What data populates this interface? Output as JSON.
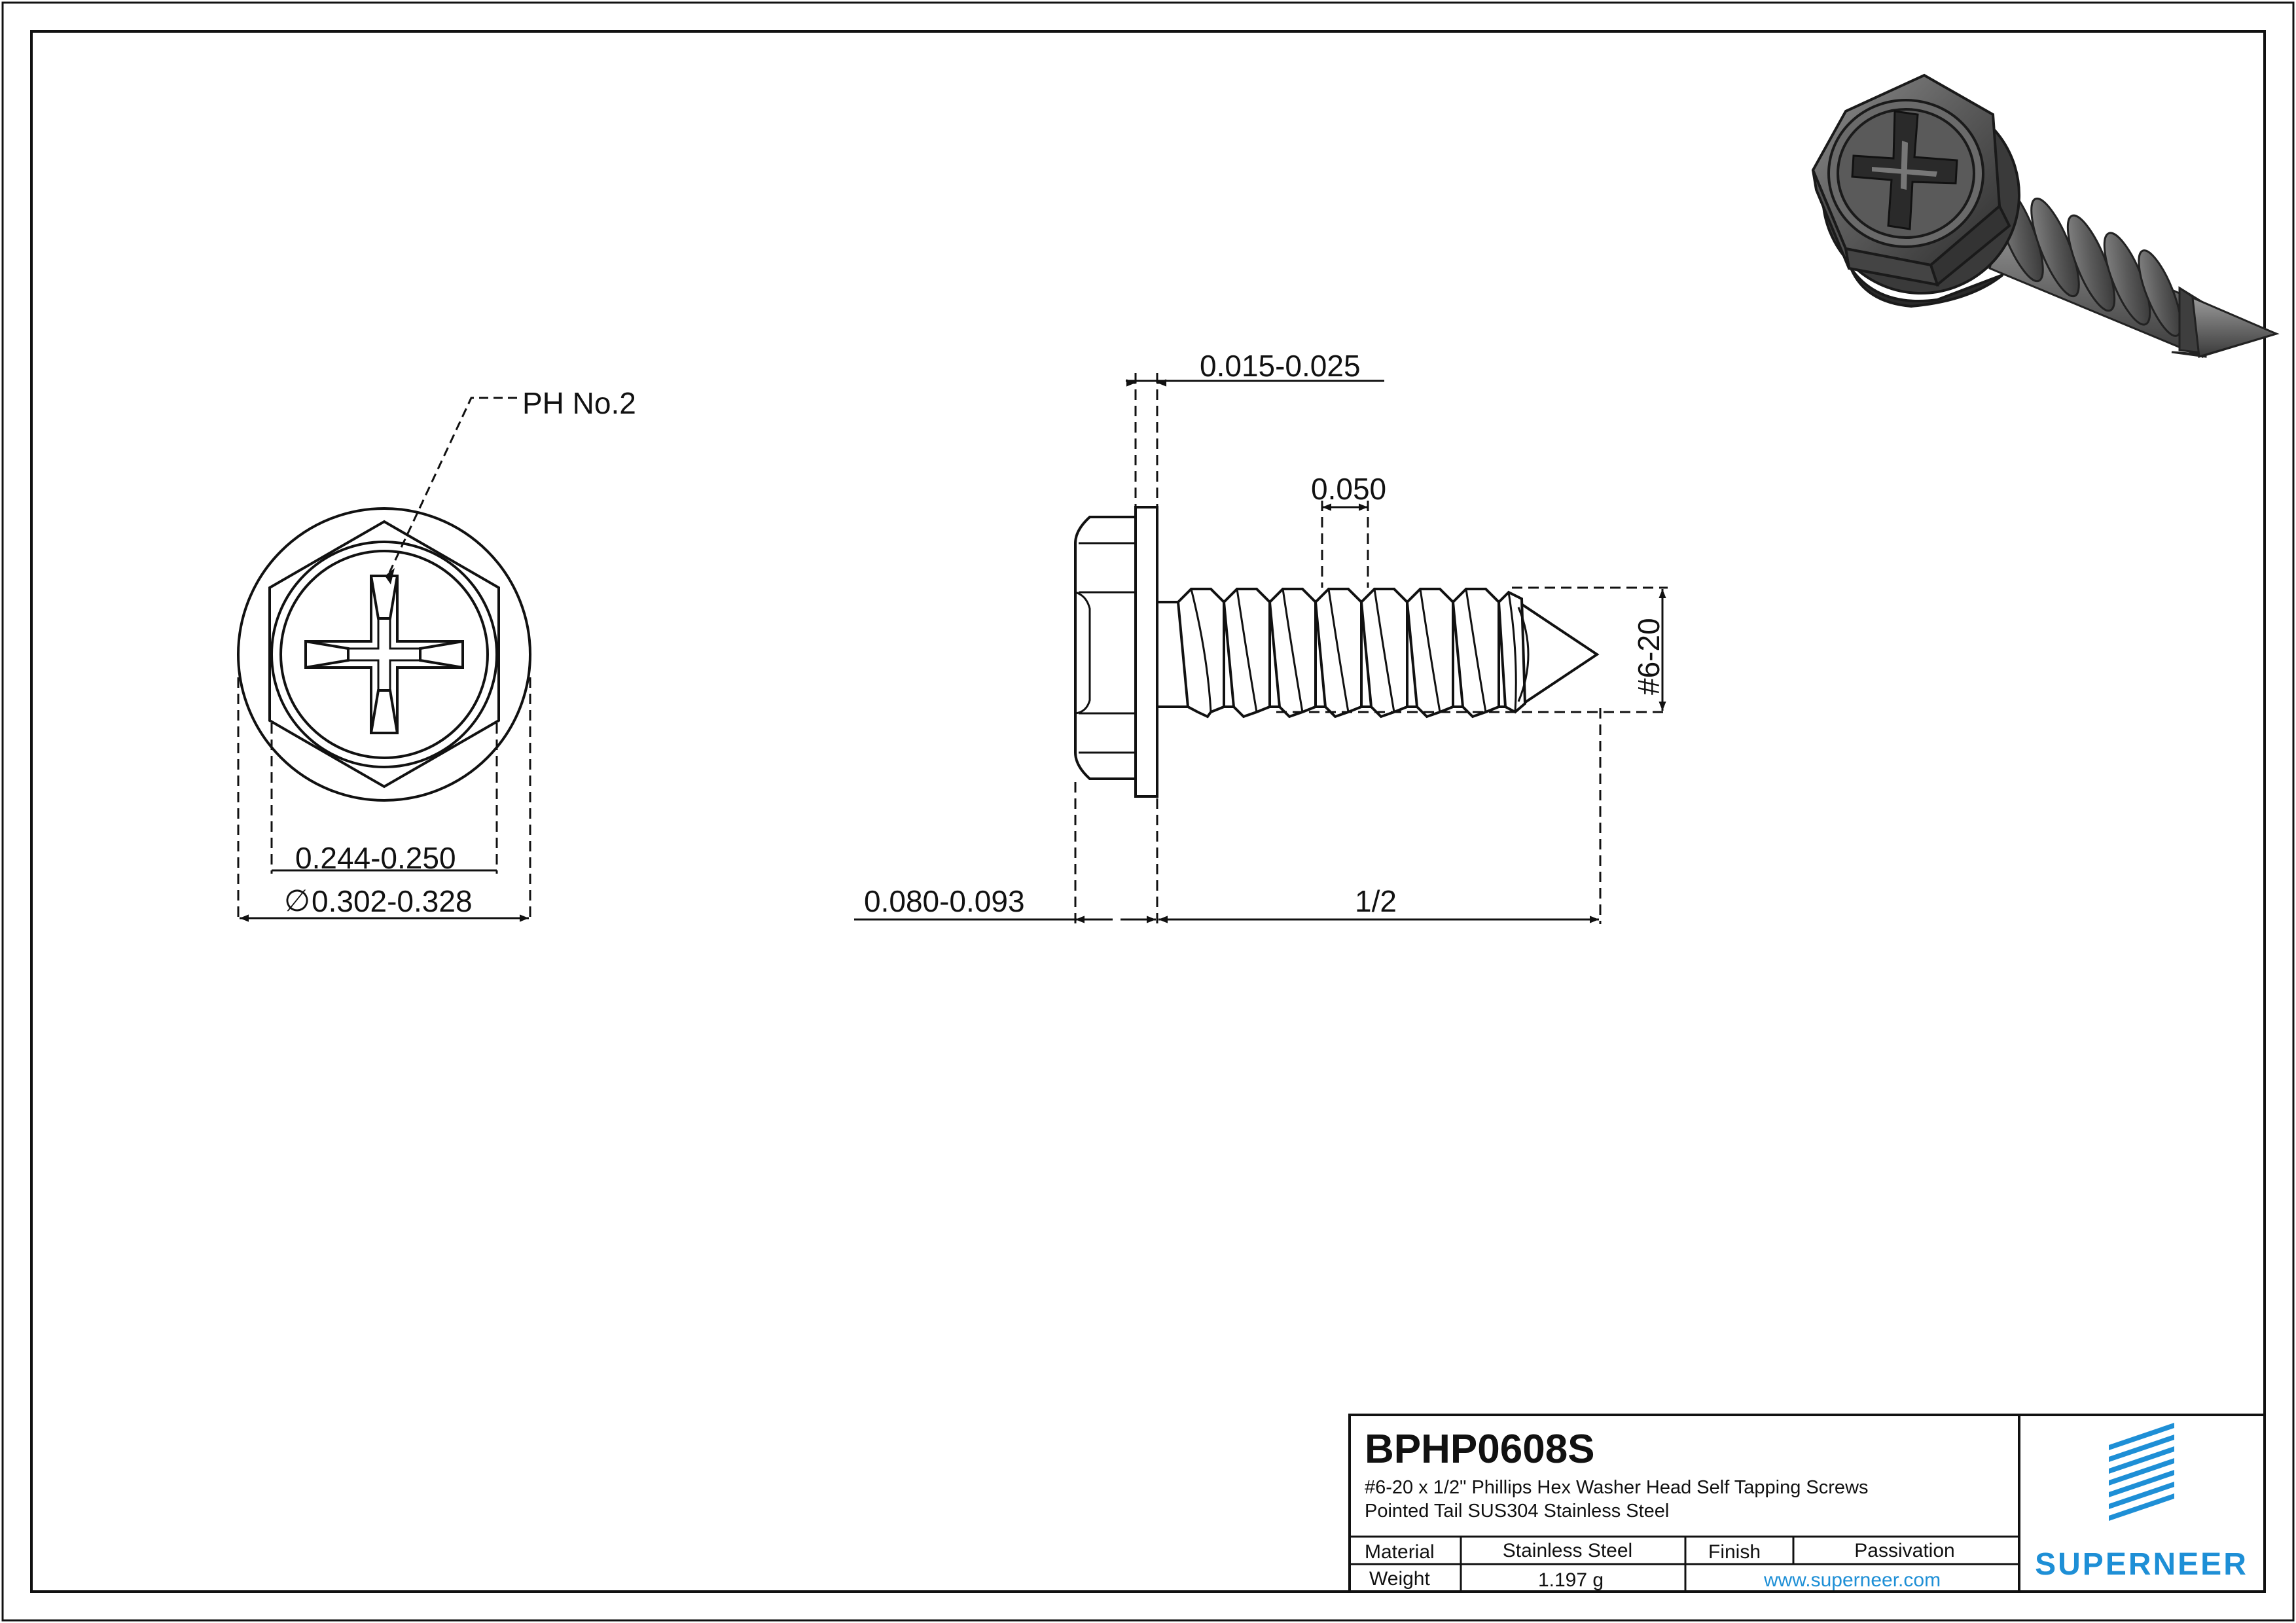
{
  "drawing": {
    "dimensions": {
      "drive": "PH No.2",
      "hex_across_flats": "0.244-0.250",
      "washer_diameter": "0.302-0.328",
      "diameter_symbol": "∅",
      "washer_thickness": "0.015-0.025",
      "thread_pitch": "0.050",
      "thread_size": "#6-20",
      "head_height": "0.080-0.093",
      "length": "1/2"
    }
  },
  "title_block": {
    "part_number": "BPHP0608S",
    "description_line1": "#6-20 x 1/2\" Phillips Hex Washer Head Self Tapping Screws",
    "description_line2": "Pointed Tail SUS304 Stainless Steel",
    "material_label": "Material",
    "material_value": "Stainless Steel",
    "finish_label": "Finish",
    "finish_value": "Passivation",
    "weight_label": "Weight",
    "weight_value": "1.197 g",
    "website": "www.superneer.com",
    "brand": "SUPERNEER"
  },
  "colors": {
    "line": "#111111",
    "brand": "#1e8fd6",
    "metal_dark": "#4a4a4a",
    "metal_light": "#9a9a9a"
  }
}
